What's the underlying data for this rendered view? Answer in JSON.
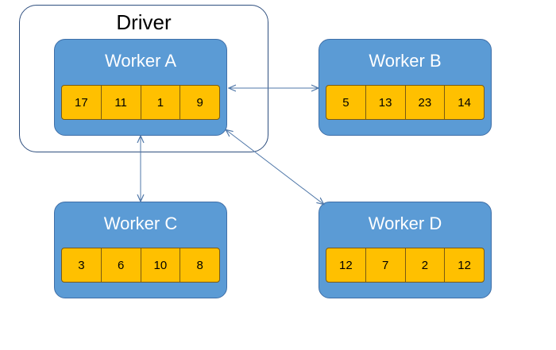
{
  "driver": {
    "title": "Driver"
  },
  "workers": {
    "a": {
      "title": "Worker A",
      "values": [
        "17",
        "11",
        "1",
        "9"
      ]
    },
    "b": {
      "title": "Worker B",
      "values": [
        "5",
        "13",
        "23",
        "14"
      ]
    },
    "c": {
      "title": "Worker C",
      "values": [
        "3",
        "6",
        "10",
        "8"
      ]
    },
    "d": {
      "title": "Worker D",
      "values": [
        "12",
        "7",
        "2",
        "12"
      ]
    }
  },
  "colors": {
    "worker_fill": "#5b9bd5",
    "cell_fill": "#ffc000",
    "arrow": "#4f77a8"
  }
}
